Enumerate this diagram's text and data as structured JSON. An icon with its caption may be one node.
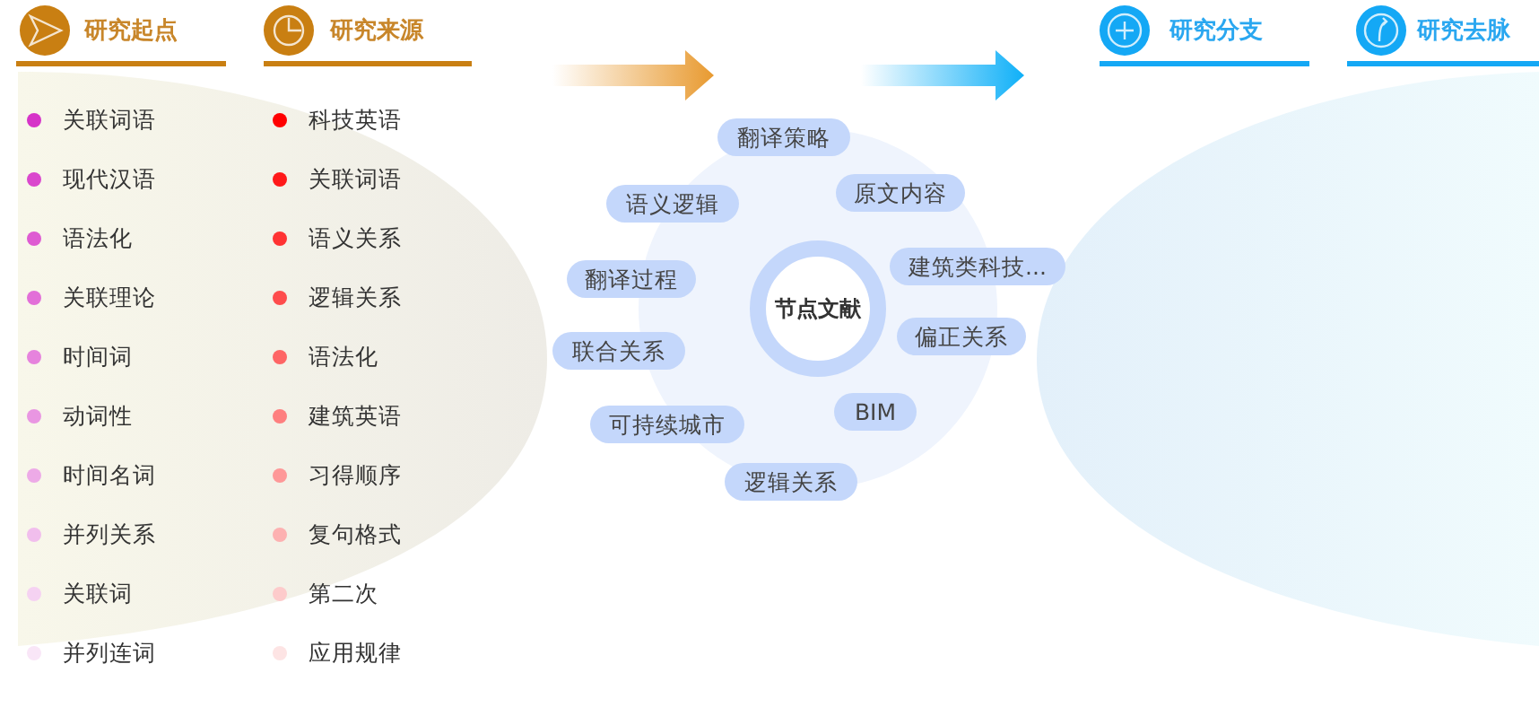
{
  "diagram": {
    "nodes": [
      {
        "text": [
          "节点文献"
        ]
      },
      {
        "text": [
          "翻译策略"
        ]
      },
      {
        "text": [
          "原文内容"
        ]
      },
      {
        "text": [
          "语义逻辑"
        ]
      },
      {
        "text": [
          "建筑类科技..."
        ]
      },
      {
        "text": [
          "翻译过程"
        ]
      },
      {
        "text": [
          "偏正关系"
        ]
      },
      {
        "text": [
          "联合关系"
        ]
      },
      {
        "text": [
          "BIM"
        ]
      },
      {
        "text": [
          "可持续城市"
        ]
      },
      {
        "text": [
          "逻辑关系"
        ]
      }
    ],
    "labels": [
      "研究起点",
      "研究来源",
      "研究分支",
      "研究去脉",
      "关联词语",
      "现代汉语",
      "语法化",
      "关联理论",
      "时间词",
      "动词性",
      "时间名词",
      "并列关系",
      "关联词",
      "并列连词",
      "科技英语",
      "关联词语",
      "语义关系",
      "逻辑关系",
      "语法化",
      "建筑英语",
      "习得顺序",
      "复句格式",
      "第二次",
      "应用规律"
    ]
  }
}
